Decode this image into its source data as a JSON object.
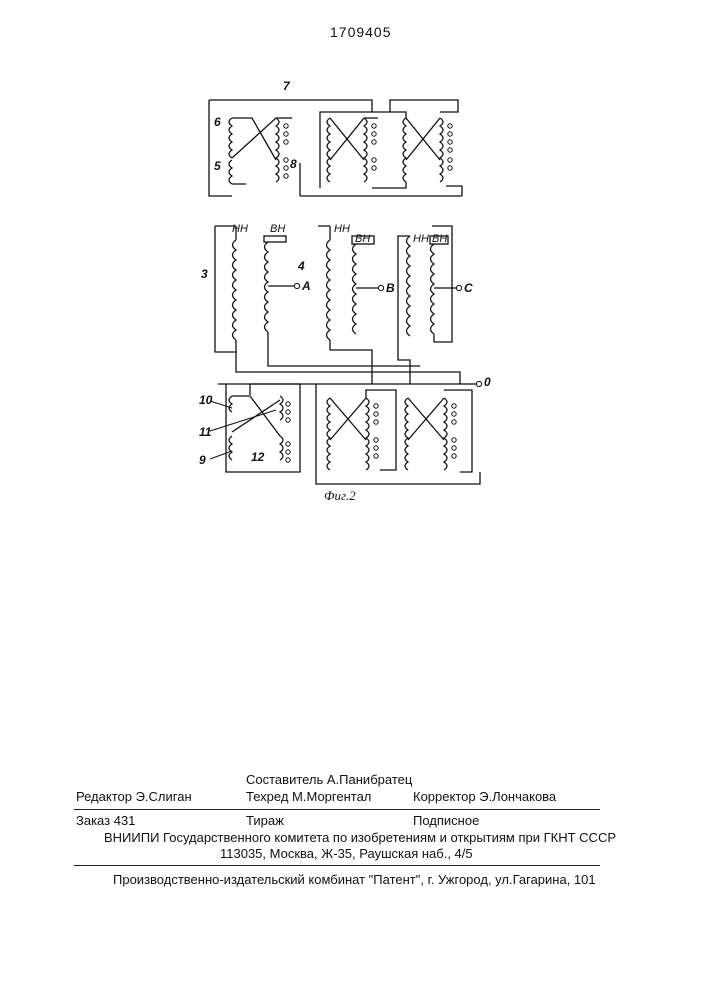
{
  "header": {
    "patent_number": "1709405"
  },
  "figure": {
    "caption": "Фиг.2",
    "top_group_labels": [
      "6",
      "5",
      "7",
      "8"
    ],
    "middle_labels": [
      "3",
      "4"
    ],
    "winding_labels": [
      "НН",
      "ВН",
      "НН",
      "ВН",
      "НН",
      "ВН"
    ],
    "phase_terminals": [
      "A",
      "B",
      "C"
    ],
    "neutral_terminal": "0",
    "bottom_group_labels": [
      "10",
      "11",
      "9",
      "12"
    ]
  },
  "imprint": {
    "compiler": "Составитель  А.Панибратец",
    "editor": "Редактор  Э.Слиган",
    "techred": "Техред М.Моргентал",
    "corrector": "Корректор  Э.Лончакова",
    "order": "Заказ  431",
    "circulation": "Тираж",
    "subscription": "Подписное",
    "org_line": "ВНИИПИ Государственного комитета по изобретениям и открытиям при ГКНТ СССР",
    "address": "113035, Москва, Ж-35, Раушская наб., 4/5",
    "publisher": "Производственно-издательский комбинат \"Патент\", г. Ужгород, ул.Гагарина, 101"
  }
}
